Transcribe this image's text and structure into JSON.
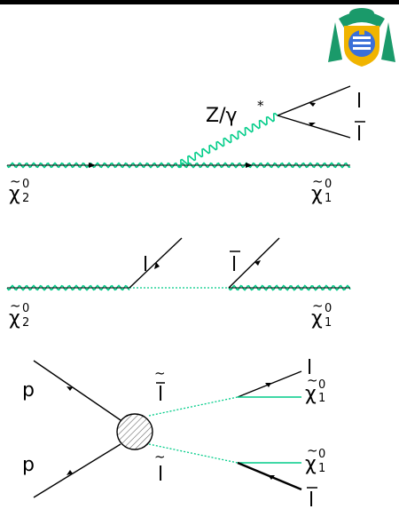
{
  "colors": {
    "accent": "#00cc88",
    "line": "#000000",
    "logo_blue": "#3a6fd8",
    "logo_gold": "#f0b400",
    "logo_green": "#1a9a6a"
  },
  "logo": {
    "name": "university-crest"
  },
  "diagram1": {
    "boson_label": "Z/γ",
    "boson_sup": "*",
    "lepton_top": "l",
    "lepton_bottom": "l",
    "neutralino_in": "χ",
    "neutralino_in_tilde": "~",
    "neutralino_in_sup": "0",
    "neutralino_in_sub": "2",
    "neutralino_out": "χ",
    "neutralino_out_tilde": "~",
    "neutralino_out_sup": "0",
    "neutralino_out_sub": "1"
  },
  "diagram2": {
    "lepton_1": "l",
    "lepton_2": "l",
    "neutralino_in": "χ",
    "neutralino_in_tilde": "~",
    "neutralino_in_sup": "0",
    "neutralino_in_sub": "2",
    "neutralino_out": "χ",
    "neutralino_out_tilde": "~",
    "neutralino_out_sup": "0",
    "neutralino_out_sub": "1"
  },
  "diagram3": {
    "proton_top": "p",
    "proton_bottom": "p",
    "slepton_top": "l",
    "slepton_bottom": "l",
    "lepton_top": "l",
    "lepton_bottom": "l",
    "neutralino_top": "χ",
    "neutralino_top_sup": "0",
    "neutralino_top_sub": "1",
    "neutralino_bottom": "χ",
    "neutralino_bottom_sup": "0",
    "neutralino_bottom_sub": "1",
    "tilde": "~"
  }
}
